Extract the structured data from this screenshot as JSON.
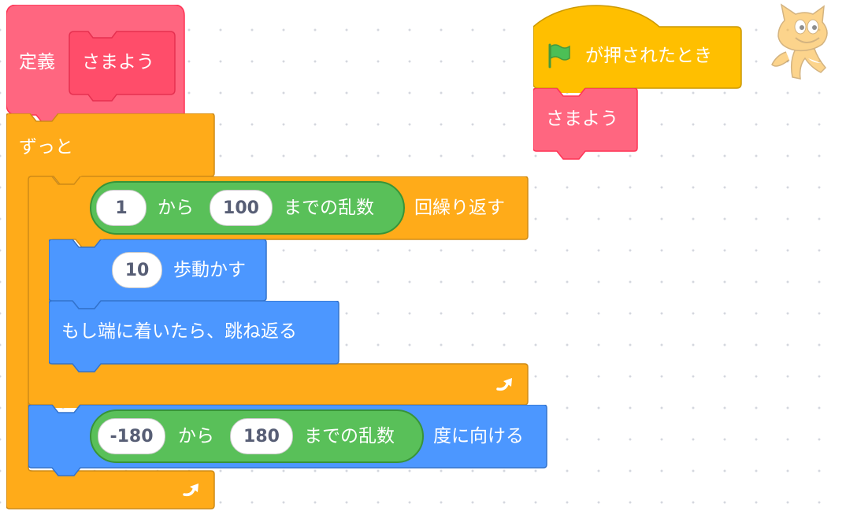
{
  "define_block": {
    "label": "定義",
    "name": "さまよう"
  },
  "forever_block": {
    "label": "ずっと"
  },
  "repeat_block": {
    "from_value": "1",
    "from_label": "から",
    "to_value": "100",
    "random_label": "までの乱数",
    "repeat_label": "回繰り返す"
  },
  "move_block": {
    "steps": "10",
    "label": "歩動かす"
  },
  "bounce_block": {
    "label": "もし端に着いたら、跳ね返る"
  },
  "direction_block": {
    "from_value": "-180",
    "from_label": "から",
    "to_value": "180",
    "random_label": "までの乱数",
    "point_label": "度に向ける"
  },
  "flag_hat": {
    "label": "が押されたとき"
  },
  "call_block": {
    "label": "さまよう"
  },
  "colors": {
    "control": "#ffab19",
    "motion": "#4c97ff",
    "operators": "#59c059",
    "events": "#ffbf00",
    "custom": "#ff6680"
  },
  "icons": {
    "sprite": "scratch-cat-icon",
    "flag": "green-flag-icon",
    "loop_arrow": "loop-arrow-icon"
  }
}
